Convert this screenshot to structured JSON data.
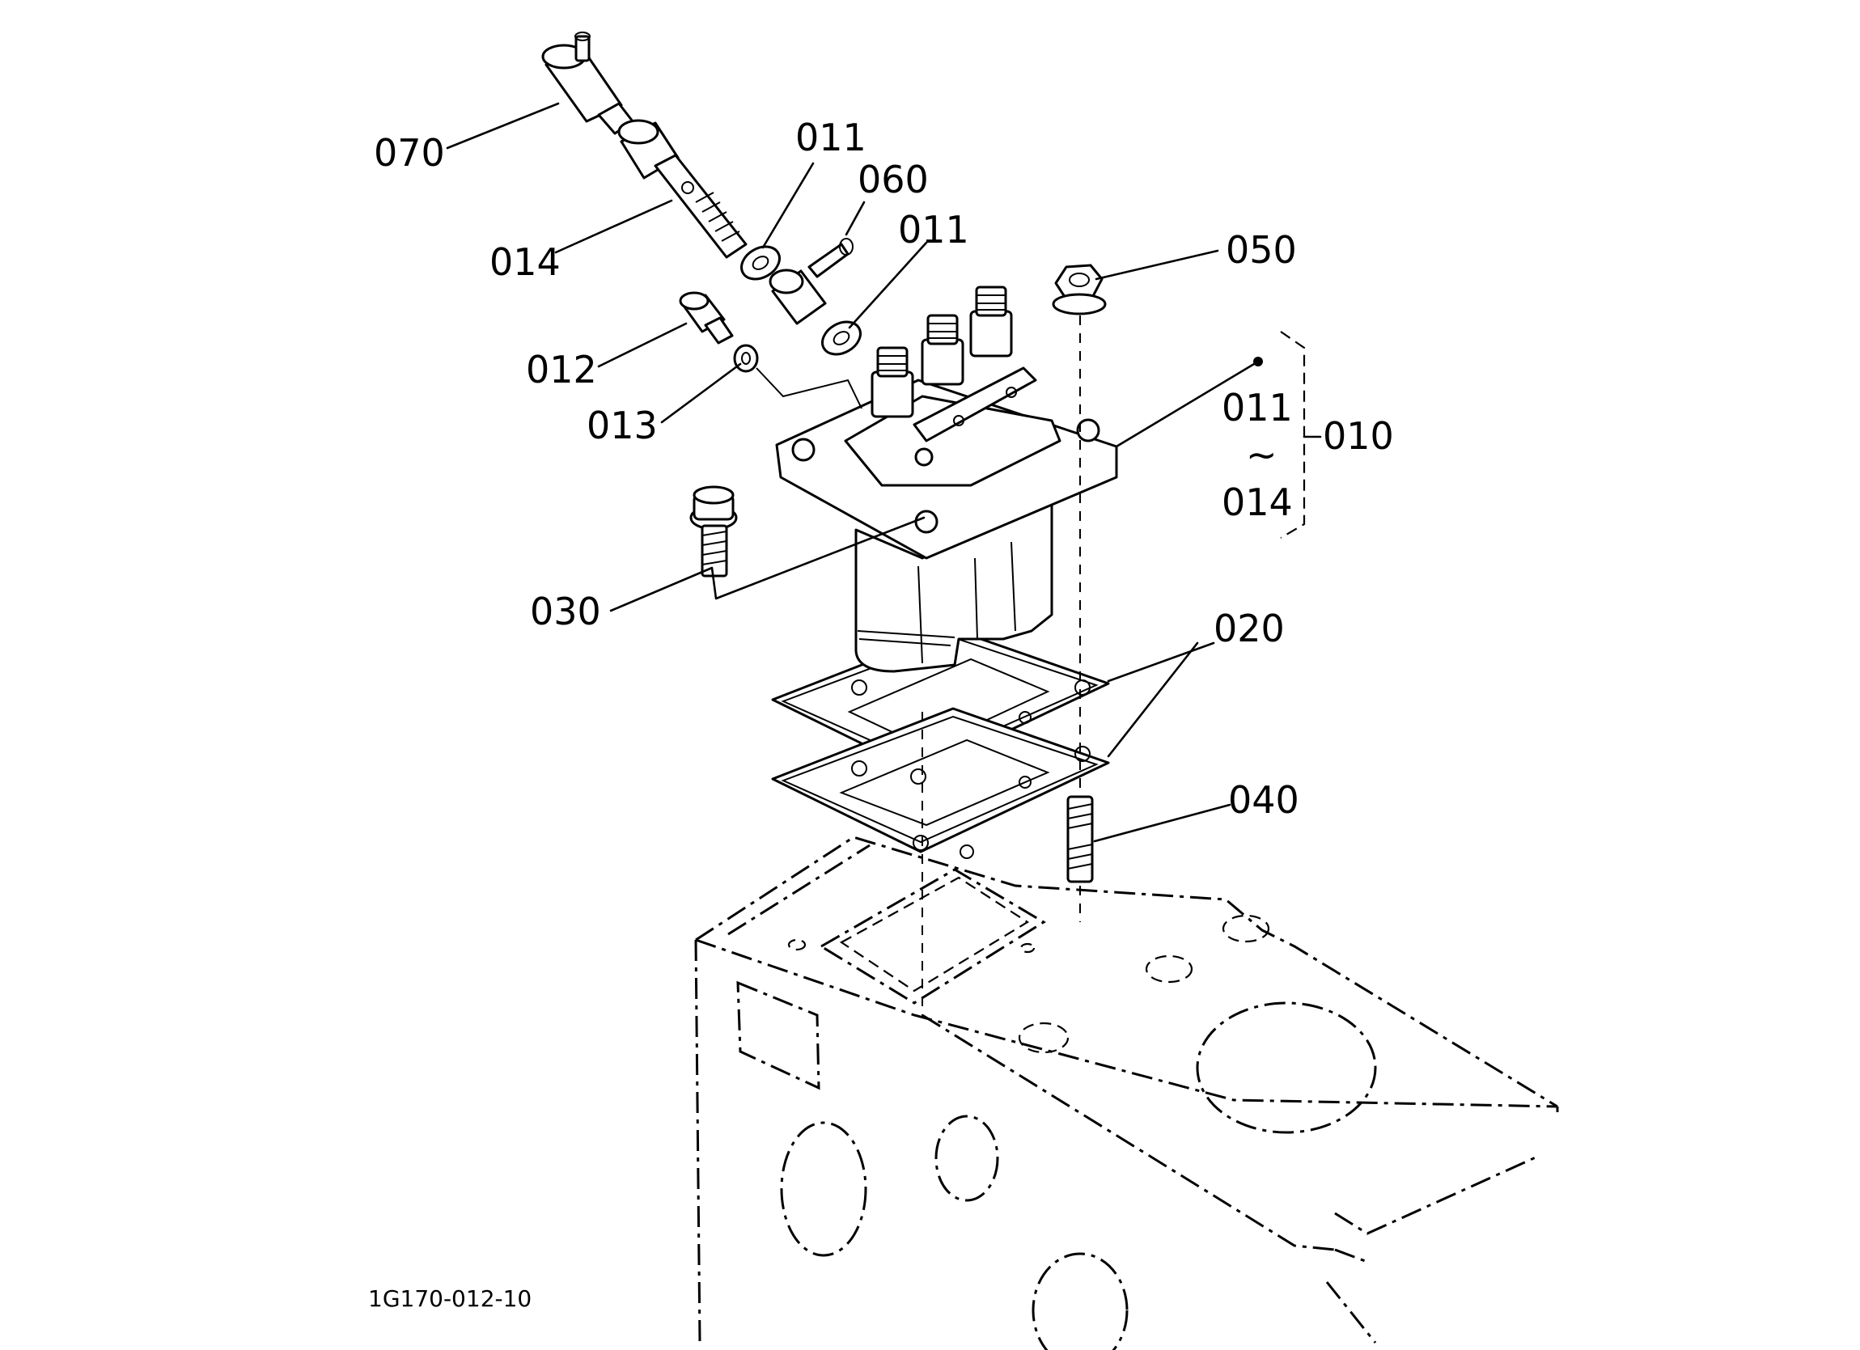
{
  "drawing": {
    "reference_code": "1G170-012-10",
    "callouts": {
      "c070": "070",
      "c014": "014",
      "c011a": "011",
      "c060": "060",
      "c011b": "011",
      "c050": "050",
      "c012": "012",
      "c013": "013",
      "c030": "030",
      "c020": "020",
      "c040": "040"
    },
    "assembly_group": {
      "number": "010",
      "range_start": "011",
      "range_symbol": "~",
      "range_end": "014"
    }
  },
  "colors": {
    "ink": "#000000",
    "paper": "#ffffff"
  }
}
